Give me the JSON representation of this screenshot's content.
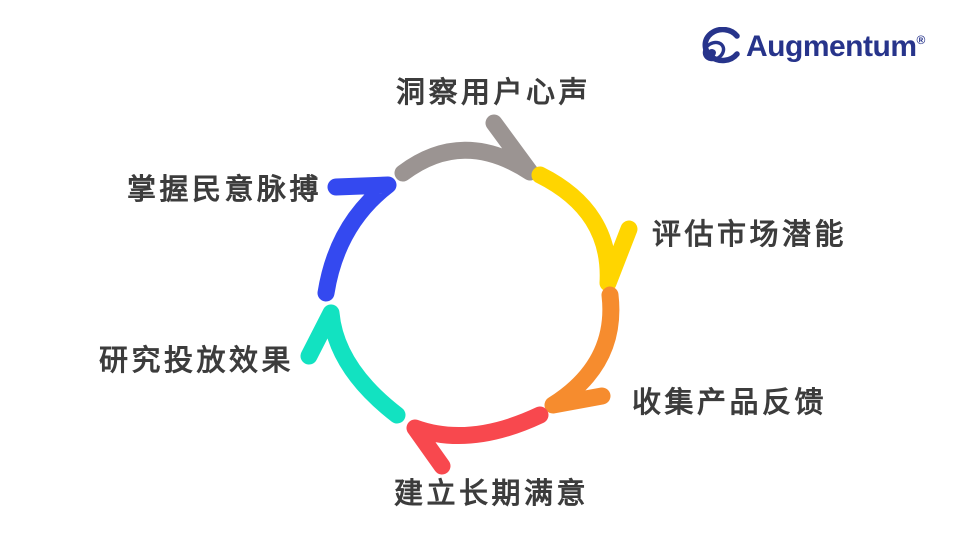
{
  "logo": {
    "text": "Augmentum",
    "registered": "®",
    "color": "#27348B"
  },
  "cycle": {
    "type": "circular-process",
    "direction": "clockwise",
    "text_color": "#3C3C3C",
    "steps": [
      {
        "label": "洞察用户心声",
        "arrow_color": "#9B9492",
        "position": "top"
      },
      {
        "label": "评估市场潜能",
        "arrow_color": "#FFD500",
        "position": "top-right"
      },
      {
        "label": "收集产品反馈",
        "arrow_color": "#F68C2E",
        "position": "bottom-right"
      },
      {
        "label": "建立长期满意",
        "arrow_color": "#F8484E",
        "position": "bottom"
      },
      {
        "label": "研究投放效果",
        "arrow_color": "#12E2C1",
        "position": "bottom-left"
      },
      {
        "label": "掌握民意脉搏",
        "arrow_color": "#3449F0",
        "position": "top-left"
      }
    ]
  }
}
